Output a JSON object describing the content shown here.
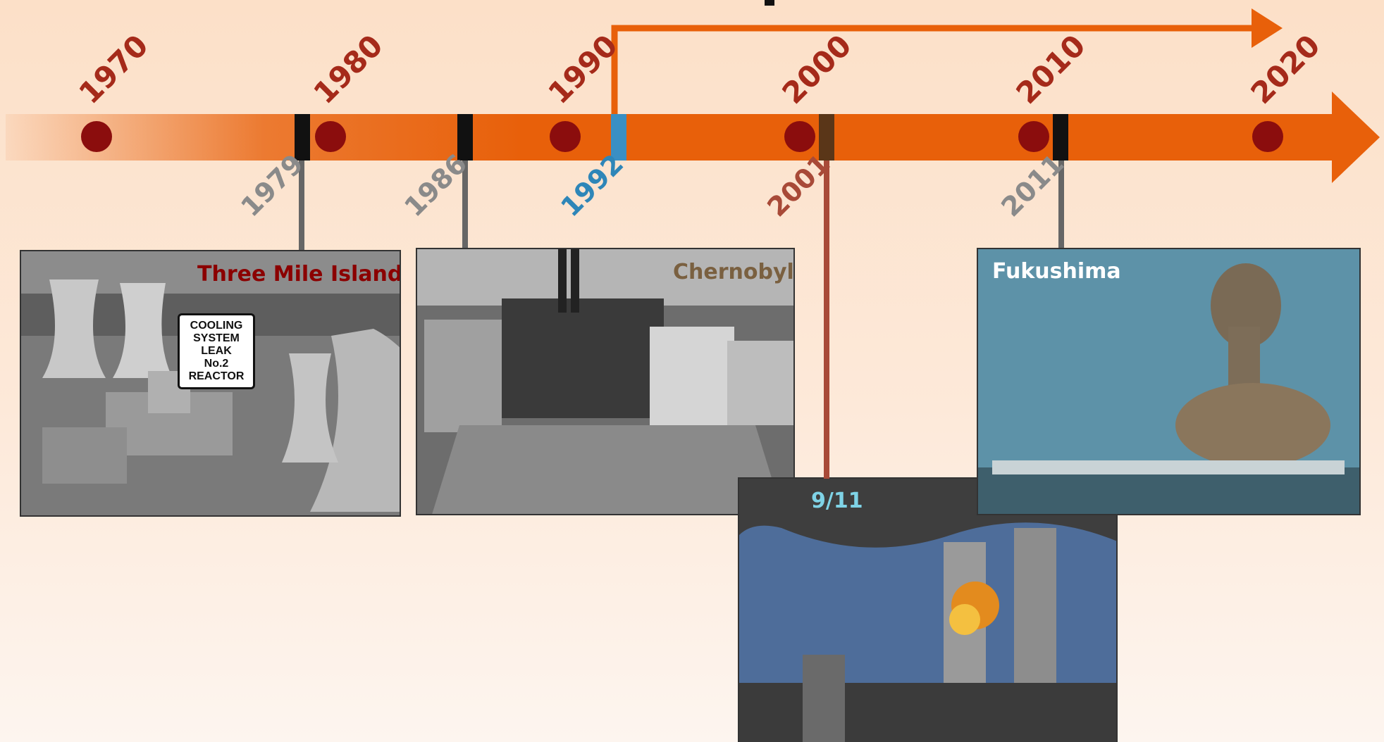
{
  "decades": [
    "1970",
    "1980",
    "1990",
    "2000",
    "2010",
    "2020"
  ],
  "events": [
    {
      "year": "1979",
      "name": "Three Mile Island",
      "year_color": "#8a8a8a",
      "name_color": "#8b0000",
      "marker_color": "#111111"
    },
    {
      "year": "1986",
      "name": "Chernobyl",
      "year_color": "#8a8a8a",
      "name_color": "#7a6040",
      "marker_color": "#111111"
    },
    {
      "year": "1992",
      "year_color": "#2e86b8",
      "marker_color": "#3a8fc4"
    },
    {
      "year": "2001",
      "name": "9/11",
      "year_color": "#a84a38",
      "name_color": "#7fd3e6",
      "marker_color": "#5a3618"
    },
    {
      "year": "2011",
      "name": "Fukushima",
      "year_color": "#8a8a8a",
      "name_color": "#ffffff",
      "marker_color": "#111111"
    }
  ],
  "tmi_sign": [
    "COOLING",
    "SYSTEM",
    "LEAK",
    "No.2",
    "REACTOR"
  ],
  "colors": {
    "timeline_orange": "#e8600a",
    "decade_label": "#a52a1a",
    "decade_dot": "#8b0d0d",
    "stem": "#666666",
    "stem_911": "#a84a38"
  }
}
